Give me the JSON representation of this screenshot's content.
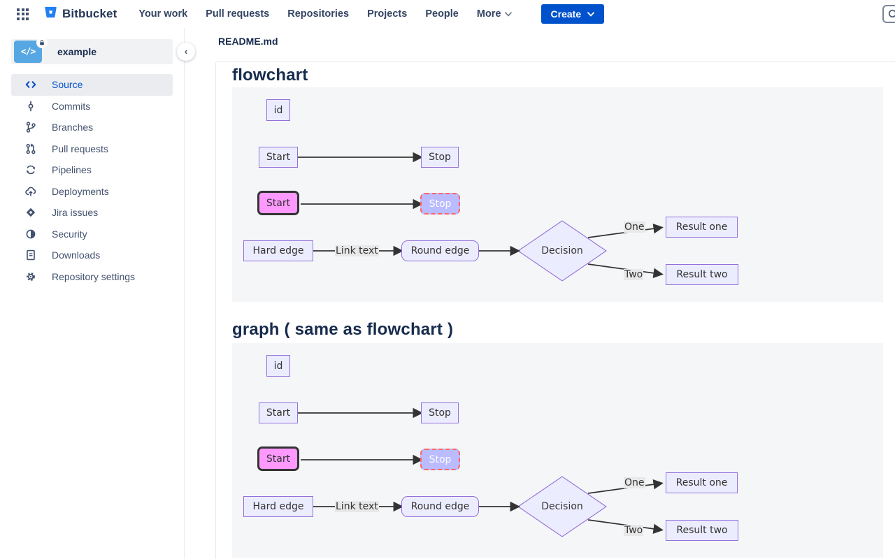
{
  "navbar": {
    "logo_text": "Bitbucket",
    "items": [
      "Your work",
      "Pull requests",
      "Repositories",
      "Projects",
      "People",
      "More"
    ],
    "create_label": "Create",
    "accent_color": "#0052CC"
  },
  "sidebar": {
    "repo_name": "example",
    "repo_avatar_glyph": "</>",
    "collapse_glyph": "‹",
    "items": [
      {
        "label": "Source",
        "icon": "code-icon",
        "selected": true
      },
      {
        "label": "Commits",
        "icon": "commits-icon",
        "selected": false
      },
      {
        "label": "Branches",
        "icon": "branch-icon",
        "selected": false
      },
      {
        "label": "Pull requests",
        "icon": "pull-request-icon",
        "selected": false
      },
      {
        "label": "Pipelines",
        "icon": "pipelines-icon",
        "selected": false
      },
      {
        "label": "Deployments",
        "icon": "deployments-icon",
        "selected": false
      },
      {
        "label": "Jira issues",
        "icon": "jira-issue-icon",
        "selected": false
      },
      {
        "label": "Security",
        "icon": "security-icon",
        "selected": false
      },
      {
        "label": "Downloads",
        "icon": "downloads-icon",
        "selected": false
      },
      {
        "label": "Repository settings",
        "icon": "settings-gear-icon",
        "selected": false
      }
    ]
  },
  "main": {
    "file_title": "README.md",
    "sections": [
      {
        "title": "flowchart"
      },
      {
        "title": "graph ( same as flowchart )"
      }
    ]
  },
  "diagram": {
    "type": "mermaid-flowchart",
    "nodes": {
      "id": "id",
      "start": "Start",
      "stop": "Stop",
      "start_styled": "Start",
      "stop_styled": "Stop",
      "hard_edge": "Hard edge",
      "round_edge": "Round edge",
      "decision": "Decision",
      "result_one": "Result one",
      "result_two": "Result two"
    },
    "edge_labels": {
      "link": "Link text",
      "one": "One",
      "two": "Two"
    },
    "colors": {
      "node_fill": "#ECECFF",
      "node_border": "#9370DB",
      "start_styled_fill": "#FF99FF",
      "start_styled_border": "#333333",
      "stop_styled_fill": "#BBBBFF",
      "stop_styled_border": "#FF6666",
      "edge_stroke": "#333333",
      "canvas_background": "#F5F6F8"
    }
  }
}
